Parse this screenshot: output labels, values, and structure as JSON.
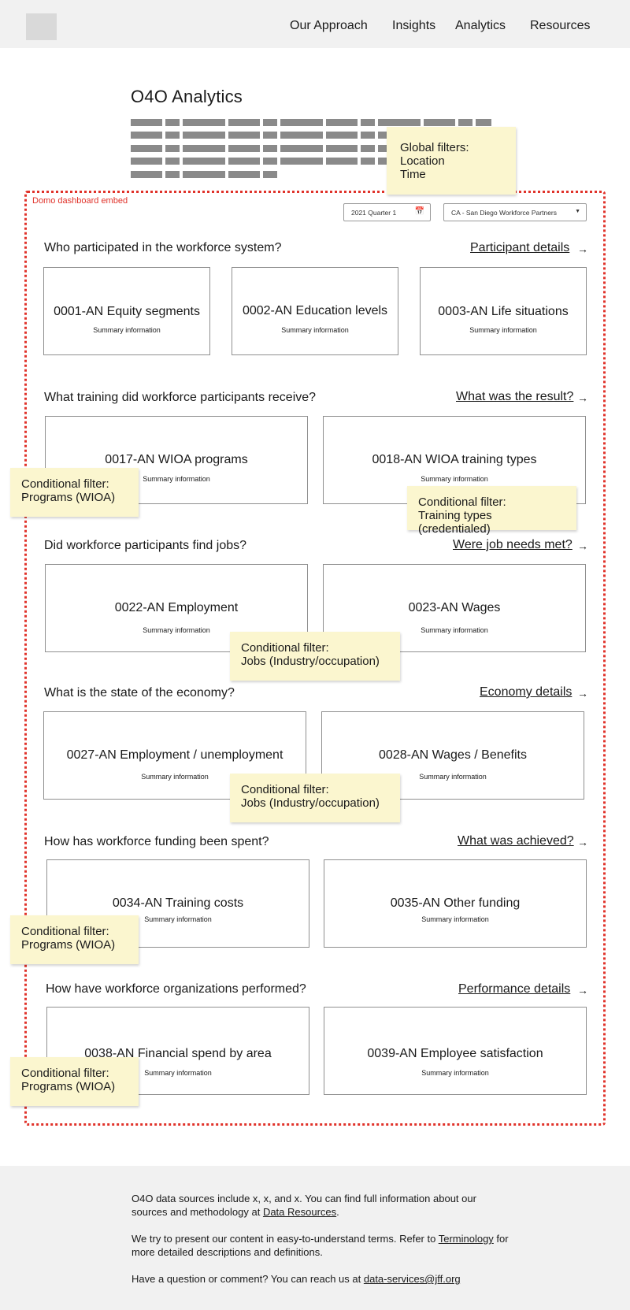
{
  "nav": {
    "items": [
      "Our Approach",
      "Insights",
      "Analytics",
      "Resources"
    ]
  },
  "page_title": "O4O Analytics",
  "global_note": {
    "label": "Global filters:",
    "items": [
      "Location",
      "Time"
    ]
  },
  "embed_label": "Domo dashboard embed",
  "filters": {
    "period": "2021 Quarter 1",
    "partner": "CA - San Diego Workforce Partners"
  },
  "sections": [
    {
      "question": "Who participated in the workforce system?",
      "link": "Participant details",
      "cards": [
        {
          "title": "0001-AN Equity segments",
          "sub": "Summary information"
        },
        {
          "title": "0002-AN Education levels",
          "sub": "Summary information"
        },
        {
          "title": "0003-AN Life situations",
          "sub": "Summary information"
        }
      ]
    },
    {
      "question": "What training did workforce participants receive?",
      "link": "What was the result?",
      "cards": [
        {
          "title": "0017-AN WIOA programs",
          "sub": "Summary information"
        },
        {
          "title": "0018-AN WIOA training types",
          "sub": "Summary information"
        }
      ]
    },
    {
      "question": "Did workforce participants find jobs?",
      "link": "Were job needs met?",
      "cards": [
        {
          "title": "0022-AN Employment",
          "sub": "Summary information"
        },
        {
          "title": "0023-AN Wages",
          "sub": "Summary information"
        }
      ]
    },
    {
      "question": "What is the state of the economy?",
      "link": "Economy details",
      "cards": [
        {
          "title": "0027-AN Employment / unemployment",
          "sub": "Summary information"
        },
        {
          "title": "0028-AN Wages / Benefits",
          "sub": "Summary information"
        }
      ]
    },
    {
      "question": "How has workforce funding been spent?",
      "link": "What was achieved?",
      "cards": [
        {
          "title": "0034-AN Training costs",
          "sub": "Summary information"
        },
        {
          "title": "0035-AN Other funding",
          "sub": "Summary information"
        }
      ]
    },
    {
      "question": "How have workforce organizations performed?",
      "link": "Performance details",
      "cards": [
        {
          "title": "0038-AN Financial spend by area",
          "sub": "Summary information"
        },
        {
          "title": "0039-AN Employee satisfaction",
          "sub": "Summary information"
        }
      ]
    }
  ],
  "arrow": "→",
  "notes": [
    {
      "label": "Conditional filter:",
      "value": "Programs (WIOA)"
    },
    {
      "label": "Conditional filter:",
      "value": "Training types (credentialed)"
    },
    {
      "label": "Conditional filter:",
      "value": "Jobs (Industry/occupation)"
    },
    {
      "label": "Conditional filter:",
      "value": "Jobs (Industry/occupation)"
    },
    {
      "label": "Conditional filter:",
      "value": "Programs (WIOA)"
    },
    {
      "label": "Conditional filter:",
      "value": "Programs (WIOA)"
    }
  ],
  "footer": {
    "p1_text": "O4O data sources include x, x, and x. You can find full information about our sources and methodology at ",
    "p1_link": "Data Resources",
    "p1_end": ".",
    "p2_text": "We try to present our content in easy-to-understand terms. Refer to ",
    "p2_link": "Terminology",
    "p2_end": " for more detailed descriptions and definitions.",
    "p3_text": "Have a question or comment? You can reach us at ",
    "p3_link": "data-services@jff.org"
  }
}
